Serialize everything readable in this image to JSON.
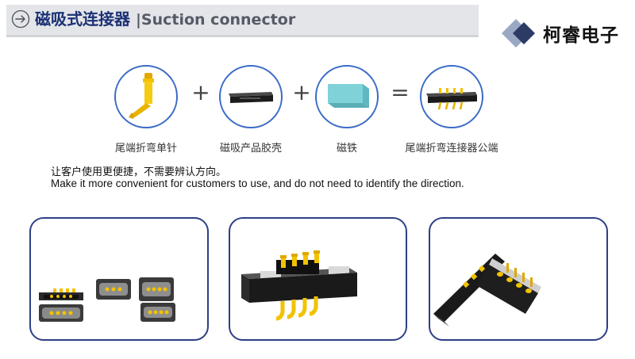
{
  "header": {
    "title_cn": "磁吸式连接器",
    "title_sep": "|",
    "title_en": "Suction connector"
  },
  "brand": {
    "name": "柯睿电子",
    "colors": {
      "dark": "#2c3b63",
      "light": "#9aa8c4"
    }
  },
  "formula": {
    "items": [
      {
        "label": "尾端折弯单针",
        "icon": "bent-pin-icon"
      },
      {
        "label": "磁吸产品胶壳",
        "icon": "plastic-housing-icon"
      },
      {
        "label": "磁铁",
        "icon": "magnet-icon"
      },
      {
        "label": "尾端折弯连接器公端",
        "icon": "male-connector-icon"
      }
    ],
    "operators": [
      "+",
      "+",
      "="
    ]
  },
  "description": {
    "cn": "让客户使用更便捷，不需要辨认方向。",
    "en": "Make it more convenient for customers to use, and do not need to identify the direction."
  },
  "colors": {
    "accent": "#1b3175",
    "frame_border": "#2d3f86",
    "circle_border": "#3a6bc6",
    "pin_gold": "#f2c200"
  }
}
